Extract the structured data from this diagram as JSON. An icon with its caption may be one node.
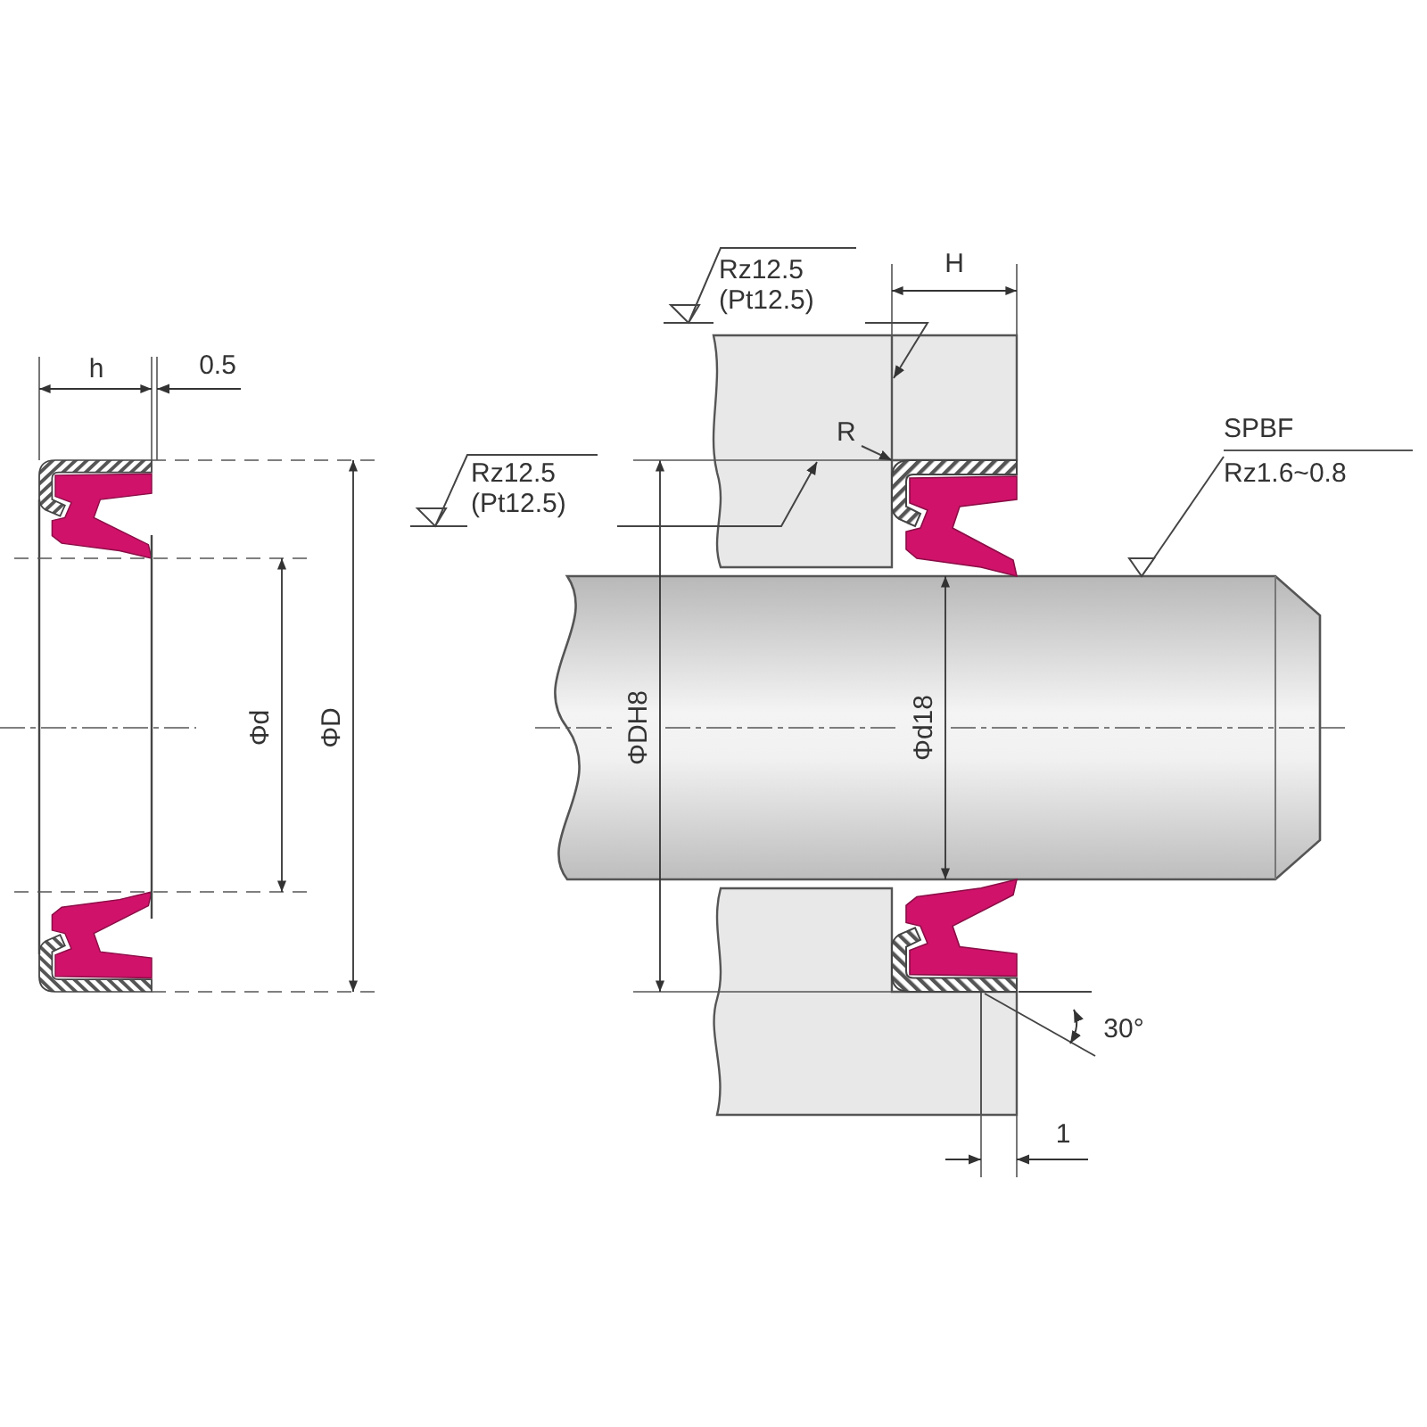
{
  "diagram": {
    "nodes": [
      {
        "text": [
          "Rz12.5",
          "(Pt12.5)"
        ]
      },
      {
        "text": [
          "SPBF",
          "Rz1.6~0.8"
        ]
      },
      {
        "text": [
          "R"
        ]
      },
      {
        "text": [
          "Rz12.5",
          "(Pt12.5)"
        ]
      },
      {
        "text": [],
        "shape": "picture"
      },
      {
        "text": [],
        "shape": "line"
      },
      {
        "text": [],
        "shape": "line"
      }
    ],
    "edges": [
      {
        "from": 0,
        "to": 5,
        "arrow": "to"
      },
      {
        "from": 1,
        "to": 4,
        "arrow": "other"
      },
      {
        "from": 2,
        "to": 5,
        "arrow": "to"
      },
      {
        "from": 3,
        "to": 6,
        "arrow": "to"
      }
    ],
    "labels": [
      "H",
      "h",
      "0.5",
      "Φd",
      "ΦD",
      "ΦDH8",
      "Φd18",
      "30°",
      "1"
    ]
  }
}
